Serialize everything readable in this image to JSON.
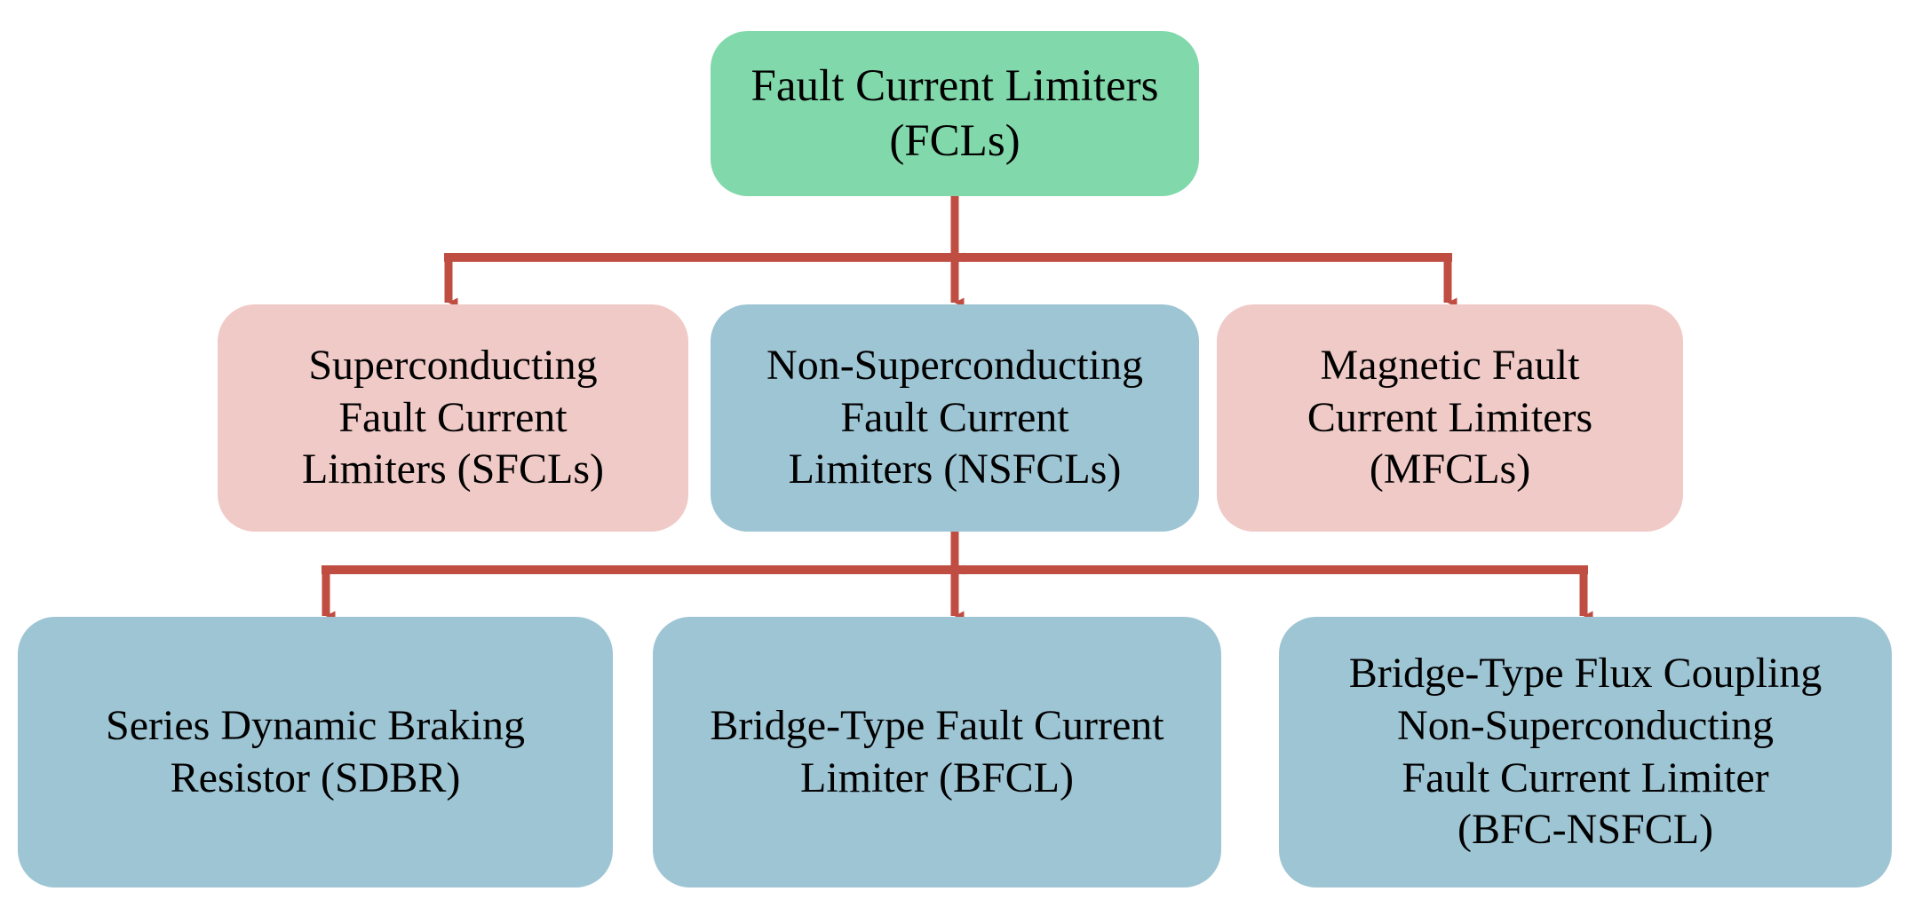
{
  "diagram": {
    "title": "Fault Current Limiters taxonomy",
    "colors": {
      "root_fill": "#81D8AA",
      "pink_fill": "#F0CAC7",
      "blue_fill": "#9EC5D4",
      "connector": "#BF4D42",
      "text": "#000000",
      "background": "#FFFFFF"
    },
    "levels": [
      {
        "level": 0,
        "nodes": [
          {
            "id": "root",
            "label": "Fault Current Limiters\n(FCLs)",
            "fill": "#81D8AA"
          }
        ]
      },
      {
        "level": 1,
        "nodes": [
          {
            "id": "sfcl",
            "label": "Superconducting\nFault Current\nLimiters (SFCLs)",
            "fill": "#F0CAC7"
          },
          {
            "id": "nsfcl",
            "label": "Non-Superconducting\nFault Current\nLimiters (NSFCLs)",
            "fill": "#9EC5D4"
          },
          {
            "id": "mfcl",
            "label": "Magnetic Fault\nCurrent Limiters\n(MFCLs)",
            "fill": "#F0CAC7"
          }
        ]
      },
      {
        "level": 2,
        "nodes": [
          {
            "id": "sdbr",
            "label": "Series Dynamic Braking\nResistor (SDBR)",
            "fill": "#9EC5D4"
          },
          {
            "id": "bfcl",
            "label": "Bridge-Type Fault Current\nLimiter (BFCL)",
            "fill": "#9EC5D4"
          },
          {
            "id": "bfcnsfcl",
            "label": "Bridge-Type Flux Coupling\nNon-Superconducting\nFault Current Limiter\n(BFC-NSFCL)",
            "fill": "#9EC5D4"
          }
        ]
      }
    ],
    "edges": [
      {
        "from": "root",
        "to": "sfcl"
      },
      {
        "from": "root",
        "to": "nsfcl"
      },
      {
        "from": "root",
        "to": "mfcl"
      },
      {
        "from": "nsfcl",
        "to": "sdbr"
      },
      {
        "from": "nsfcl",
        "to": "bfcl"
      },
      {
        "from": "nsfcl",
        "to": "bfcnsfcl"
      }
    ]
  }
}
